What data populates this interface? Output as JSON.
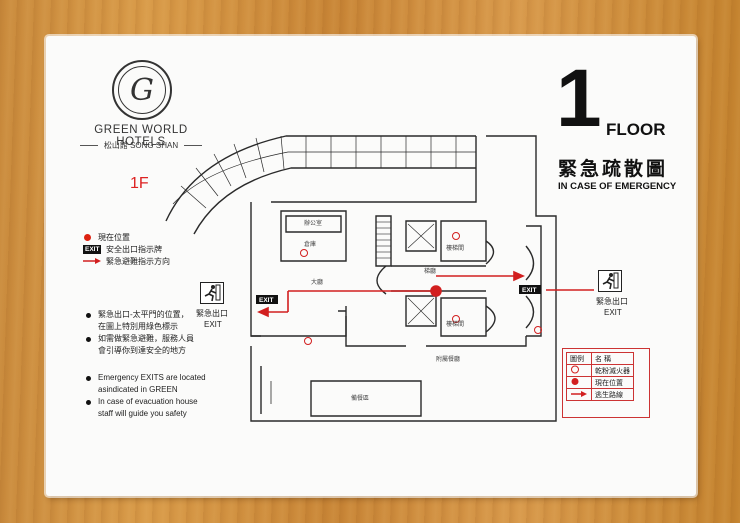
{
  "header": {
    "logo_letter": "G",
    "hotel_name": "GREEN WORLD HOTELS",
    "branch": "松山館 SONG SHAN"
  },
  "floor": {
    "tag": "1F",
    "number": "1",
    "word": "FLOOR",
    "title_cn": "緊急疏散圖",
    "title_en": "IN CASE OF EMERGENCY"
  },
  "left_legend": {
    "items": [
      {
        "marker": "red-dot",
        "text": "現在位置"
      },
      {
        "marker": "exit-tag",
        "tag": "EXIT",
        "text": "安全出口指示牌"
      },
      {
        "marker": "red-arrow",
        "text": "緊急避難指示方向"
      }
    ],
    "notes_cn": [
      [
        "緊急出口-太平門的位置，",
        "在圖上特別用綠色標示"
      ],
      [
        "如需做緊急避難，服務人員",
        "會引導你到達安全的地方"
      ]
    ],
    "notes_en": [
      [
        "Emergency EXITS are located",
        "asindicated in GREEN"
      ],
      [
        "In case of evacuation house",
        "staff will guide you safety"
      ]
    ]
  },
  "plan": {
    "rooms": {
      "lobby": "大廳",
      "stair_hall": "梯廳",
      "office": "辦公室",
      "storage": "倉庫",
      "dining": "附屬餐廳",
      "kitchen": "備餐區",
      "toilet_a": "樓梯間",
      "toilet_b": "樓梯間"
    },
    "exit_tags": [
      "EXIT",
      "EXIT"
    ]
  },
  "exits": {
    "left": {
      "cn": "緊急出口",
      "en": "EXIT"
    },
    "right": {
      "cn": "緊急出口",
      "en": "EXIT"
    }
  },
  "legend_table": {
    "header": [
      "圖例",
      "名  稱"
    ],
    "rows": [
      {
        "symbol": "extinguisher",
        "name": "乾粉滅火器"
      },
      {
        "symbol": "red-dot",
        "name": "現在位置"
      },
      {
        "symbol": "red-arrow",
        "name": "逃生路線"
      }
    ]
  },
  "colors": {
    "route": "#d21f1f",
    "wall": "#2a2a2a",
    "wood": "#cf9040"
  }
}
